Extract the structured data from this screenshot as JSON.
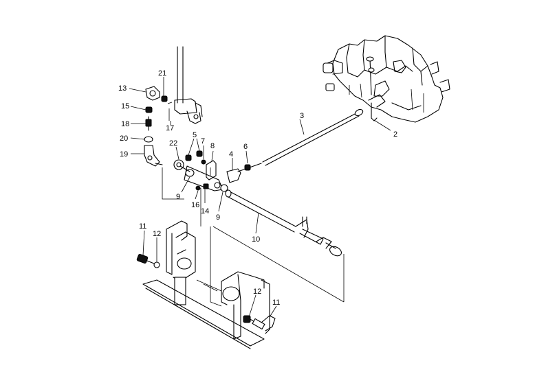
{
  "colors": {
    "ink": "#000000",
    "paper": "#ffffff"
  },
  "callouts": [
    {
      "id": "c1",
      "text": "21"
    },
    {
      "id": "c2",
      "text": "13"
    },
    {
      "id": "c3",
      "text": "15"
    },
    {
      "id": "c4",
      "text": "18"
    },
    {
      "id": "c5",
      "text": "20"
    },
    {
      "id": "c6",
      "text": "19"
    },
    {
      "id": "c7",
      "text": "17"
    },
    {
      "id": "c8",
      "text": "22"
    },
    {
      "id": "c9",
      "text": "5"
    },
    {
      "id": "c10",
      "text": "7"
    },
    {
      "id": "c11",
      "text": "8"
    },
    {
      "id": "c12",
      "text": "4"
    },
    {
      "id": "c13",
      "text": "6"
    },
    {
      "id": "c14",
      "text": "3"
    },
    {
      "id": "c15",
      "text": "2"
    },
    {
      "id": "c16",
      "text": "9"
    },
    {
      "id": "c17",
      "text": "16"
    },
    {
      "id": "c18",
      "text": "14"
    },
    {
      "id": "c19",
      "text": "9"
    },
    {
      "id": "c20",
      "text": "10"
    },
    {
      "id": "c21",
      "text": "11"
    },
    {
      "id": "c22",
      "text": "12"
    },
    {
      "id": "c23",
      "text": "12"
    },
    {
      "id": "c24",
      "text": "11"
    }
  ]
}
